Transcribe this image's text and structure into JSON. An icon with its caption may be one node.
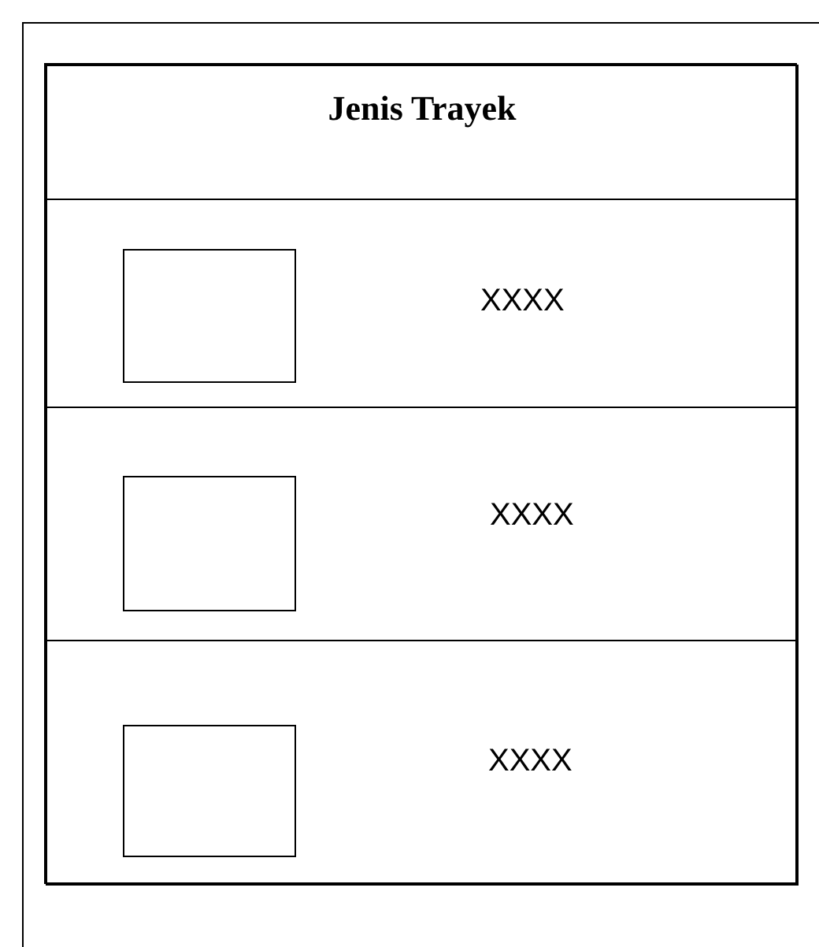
{
  "diagram": {
    "nodes": [
      {
        "text": [],
        "shape": "box"
      },
      {
        "text": [
          "Jenis Trayek"
        ],
        "in": 0
      },
      {
        "text": [
          "XXXX"
        ],
        "in": 0
      },
      {
        "text": [],
        "shape": "box",
        "in": 2
      },
      {
        "text": [
          "XXXX"
        ],
        "in": 0
      },
      {
        "text": [],
        "shape": "box",
        "in": 4
      },
      {
        "text": [
          "XXXX"
        ],
        "in": 0
      },
      {
        "text": [],
        "shape": "box",
        "in": 6
      }
    ]
  }
}
